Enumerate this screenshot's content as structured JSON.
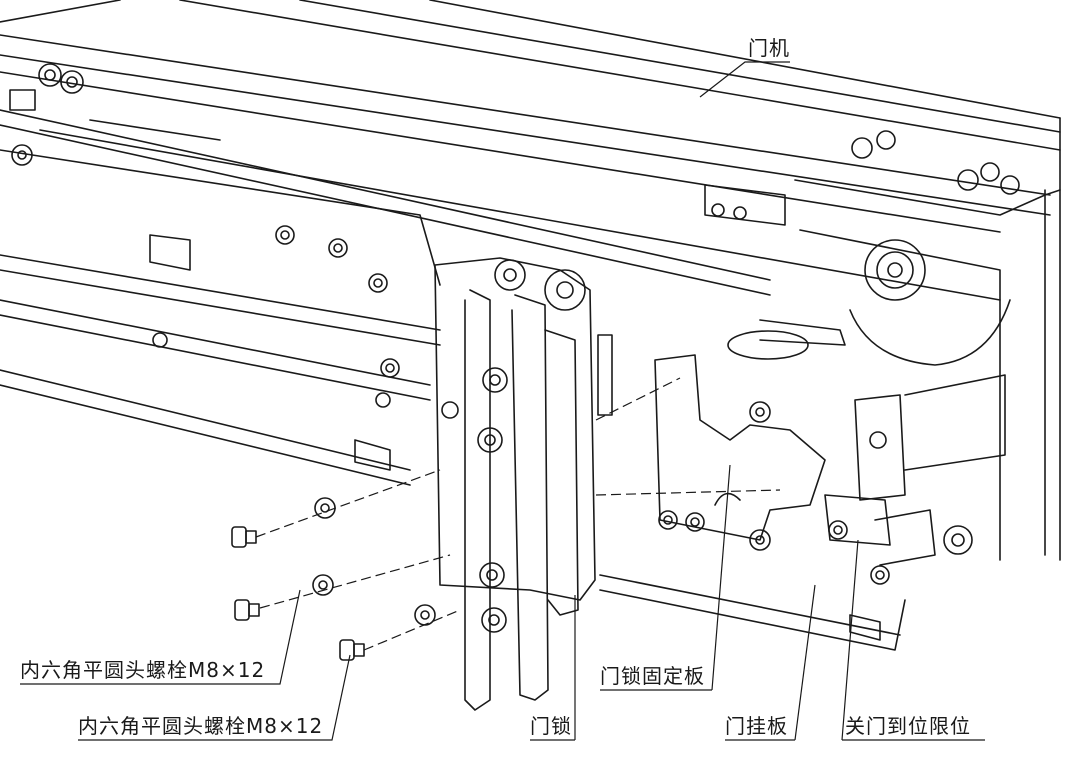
{
  "labels": {
    "door_machine": "门机",
    "bolt_1": "内六角平圆头螺栓M8×12",
    "bolt_2": "内六角平圆头螺栓M8×12",
    "door_lock": "门锁",
    "lock_plate": "门锁固定板",
    "hanger_plate": "门挂板",
    "close_limit": "关门到位限位"
  },
  "colors": {
    "line": "#1a1a1a",
    "background": "#ffffff"
  }
}
